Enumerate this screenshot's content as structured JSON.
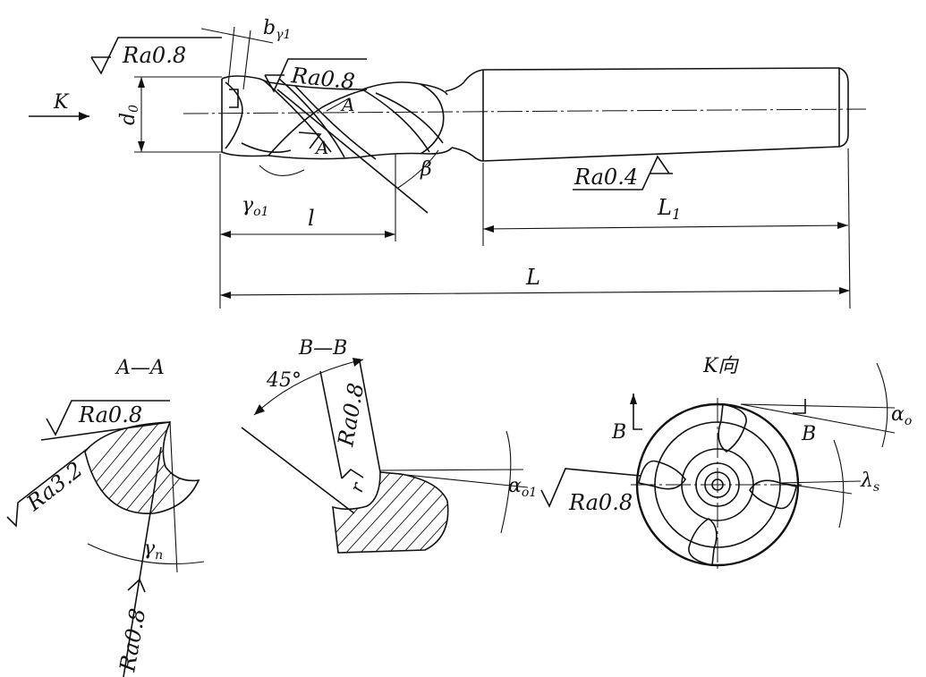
{
  "main_view": {
    "view_arrow_label": "K",
    "diameter_label": "d",
    "diameter_sub": "0",
    "land_label": "b",
    "land_sub": "γ1",
    "rake_label": "γ",
    "rake_sub": "o1",
    "flute_length_label": "l",
    "helix_label": "β",
    "section_mark_top": "A",
    "section_mark_bottom": "A",
    "shank_length_label": "L",
    "shank_length_sub": "1",
    "total_length_label": "L",
    "roughness_end": "Ra0.8",
    "roughness_flute": "Ra0.8",
    "roughness_shank": "Ra0.4"
  },
  "section_aa": {
    "title": "A—A",
    "roughness_top": "Ra0.8",
    "roughness_left": "Ra3.2",
    "roughness_bottom": "Ra0.8",
    "angle_label": "γ",
    "angle_sub": "n"
  },
  "section_bb": {
    "title": "B—B",
    "angle_label": "45°",
    "roughness_edge": "Ra0.8",
    "radius_label": "r",
    "clearance_label": "α",
    "clearance_sub": "o1",
    "roughness_right": "Ra0.8"
  },
  "view_k": {
    "title": "K向",
    "mark_left": "B",
    "mark_right": "B",
    "clearance_label": "α",
    "clearance_sub": "o",
    "inclination_label": "λ",
    "inclination_sub": "s"
  }
}
